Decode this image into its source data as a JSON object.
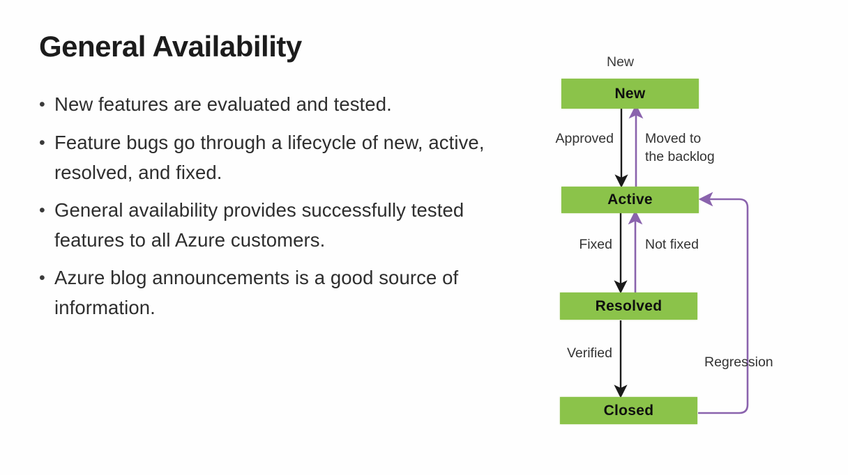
{
  "slide": {
    "title": "General Availability",
    "bullet_marker": "•",
    "bullets": [
      "New features are evaluated and tested.",
      "Feature bugs go through a lifecycle of new, active, resolved, and fixed.",
      "General availability provides successfully tested features to all Azure customers.",
      "Azure blog announcements is a good source of information."
    ]
  },
  "diagram": {
    "caption": "New",
    "states": [
      {
        "id": "new",
        "label": "New"
      },
      {
        "id": "active",
        "label": "Active"
      },
      {
        "id": "resolved",
        "label": "Resolved"
      },
      {
        "id": "closed",
        "label": "Closed"
      }
    ],
    "transitions": [
      {
        "id": "approved",
        "label": "Approved",
        "from": "New",
        "to": "Active",
        "color": "#1a1a1a"
      },
      {
        "id": "moved-to-backlog",
        "label": "Moved to\nthe backlog",
        "from": "Active",
        "to": "New",
        "color": "#8a63ad"
      },
      {
        "id": "fixed",
        "label": "Fixed",
        "from": "Active",
        "to": "Resolved",
        "color": "#1a1a1a"
      },
      {
        "id": "not-fixed",
        "label": "Not fixed",
        "from": "Resolved",
        "to": "Active",
        "color": "#8a63ad"
      },
      {
        "id": "verified",
        "label": "Verified",
        "from": "Resolved",
        "to": "Closed",
        "color": "#1a1a1a"
      },
      {
        "id": "regression",
        "label": "Regression",
        "from": "Closed",
        "to": "Active",
        "color": "#8a63ad"
      }
    ],
    "colors": {
      "state_fill": "#8bc34a",
      "state_text": "#0f0f0f",
      "arrow_black": "#1a1a1a",
      "arrow_purple": "#8a63ad",
      "background": "#ffffff"
    }
  }
}
